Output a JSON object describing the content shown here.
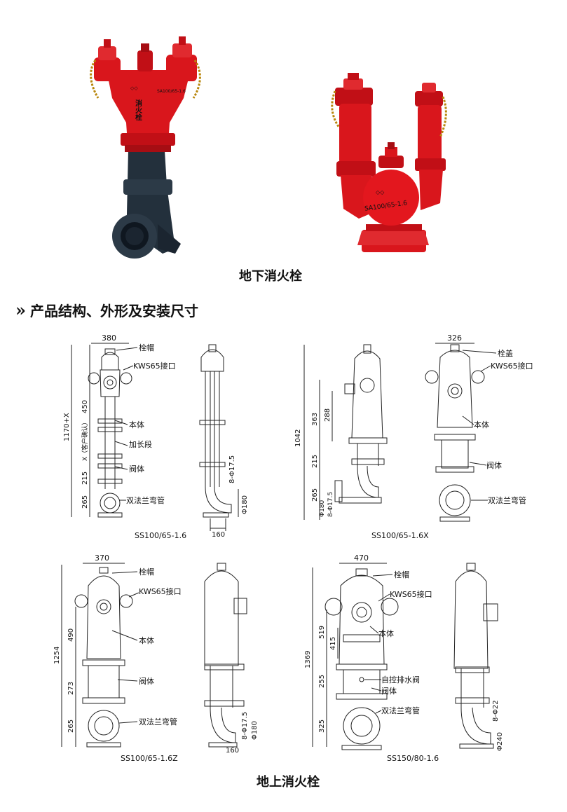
{
  "underground": {
    "caption": "地下消火栓",
    "hydrant_a": {
      "marking": "消火栓",
      "model": "SA100/65-1.6"
    },
    "hydrant_b": {
      "model": "SA100/65-1.6"
    }
  },
  "section": {
    "arrow": "»",
    "title": "产品结构、外形及安装尺寸"
  },
  "diagrams": [
    {
      "model": "SS100/65-1.6",
      "width": "380",
      "dims": [
        "1170+X",
        "450",
        "X（客户确认）",
        "215",
        "265"
      ],
      "labels": [
        "栓帽",
        "KWS65接口",
        "本体",
        "加长段",
        "阀体",
        "双法兰弯管"
      ],
      "side": [
        "8-Φ17.5",
        "Φ180",
        "160"
      ]
    },
    {
      "model": "SS100/65-1.6X",
      "width": "326",
      "dims": [
        "1042",
        "363",
        "288",
        "215",
        "265"
      ],
      "labels": [
        "栓盖",
        "KWS65接口",
        "本体",
        "阀体",
        "双法兰弯管"
      ],
      "side": [
        "Φ180",
        "8-Φ17.5"
      ]
    },
    {
      "model": "SS100/65-1.6Z",
      "width": "370",
      "dims": [
        "1254",
        "490",
        "273",
        "265"
      ],
      "labels": [
        "栓帽",
        "KWS65接口",
        "本体",
        "阀体",
        "双法兰弯管"
      ],
      "side": [
        "8-Φ17.5",
        "Φ180",
        "160"
      ]
    },
    {
      "model": "SS150/80-1.6",
      "width": "470",
      "dims": [
        "1369",
        "519",
        "415",
        "255",
        "325"
      ],
      "labels": [
        "栓帽",
        "KWS65接口",
        "本体",
        "自控排水阀",
        "阀体",
        "双法兰弯管"
      ],
      "side": [
        "8-Φ22",
        "Φ240"
      ]
    }
  ],
  "bottom_caption": "地上消火栓",
  "colors": {
    "hydrant_red": "#d9161c",
    "iron": "#23303c",
    "line": "#222222"
  }
}
